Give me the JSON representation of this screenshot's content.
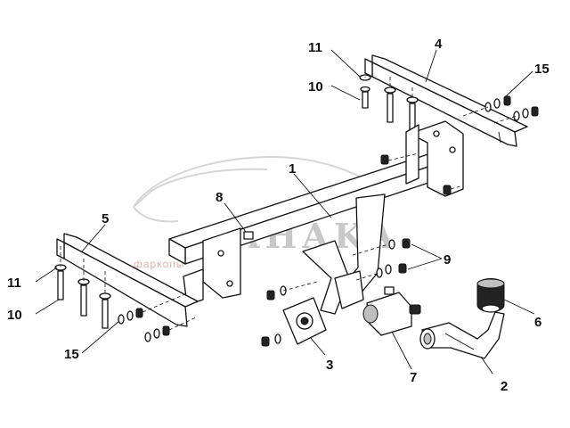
{
  "watermark": {
    "brand": "AHAKA",
    "sub": "фаркопы"
  },
  "callouts": [
    {
      "id": "1",
      "label": "1"
    },
    {
      "id": "2",
      "label": "2"
    },
    {
      "id": "3",
      "label": "3"
    },
    {
      "id": "4",
      "label": "4"
    },
    {
      "id": "5",
      "label": "5"
    },
    {
      "id": "6",
      "label": "6"
    },
    {
      "id": "7",
      "label": "7"
    },
    {
      "id": "8",
      "label": "8"
    },
    {
      "id": "9",
      "label": "9"
    },
    {
      "id": "10a",
      "label": "10"
    },
    {
      "id": "10b",
      "label": "10"
    },
    {
      "id": "11a",
      "label": "11"
    },
    {
      "id": "11b",
      "label": "11"
    },
    {
      "id": "15a",
      "label": "15"
    },
    {
      "id": "15b",
      "label": "15"
    }
  ]
}
